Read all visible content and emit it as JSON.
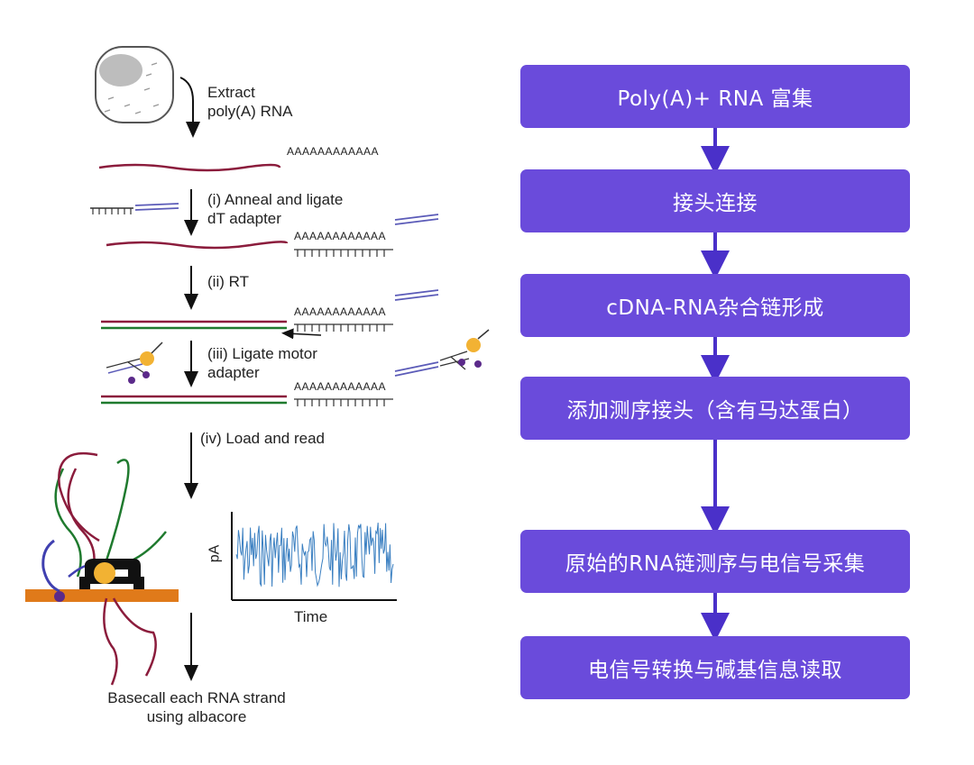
{
  "left_diagram": {
    "labels": {
      "extract": "Extract\npoly(A) RNA",
      "polya_tail": "AAAAAAAAAAAA",
      "anneal": "(i) Anneal and ligate\ndT adapter",
      "rt": "(ii) RT",
      "ligate_motor": "(iii) Ligate motor\nadapter",
      "load_read": "(iv) Load and read",
      "plot_ylabel": "pA",
      "plot_xlabel": "Time",
      "basecall": "Basecall each RNA strand\nusing albacore"
    },
    "colors": {
      "rna": "#8b1c3c",
      "dna": "#1f7a2e",
      "adapter": "#5b5bb8",
      "signal": "#3a7fc1",
      "membrane": "#e07a1a",
      "motor": "#f2b233"
    }
  },
  "workflow": {
    "steps": [
      "Poly(A)+ RNA 富集",
      "接头连接",
      "cDNA-RNA杂合链形成",
      "添加测序接头（含有马达蛋白）",
      "原始的RNA链测序与电信号采集",
      "电信号转换与碱基信息读取"
    ],
    "colors": {
      "box": "#6a4bdb",
      "arrow": "#4a30c9",
      "text": "#ffffff"
    }
  }
}
